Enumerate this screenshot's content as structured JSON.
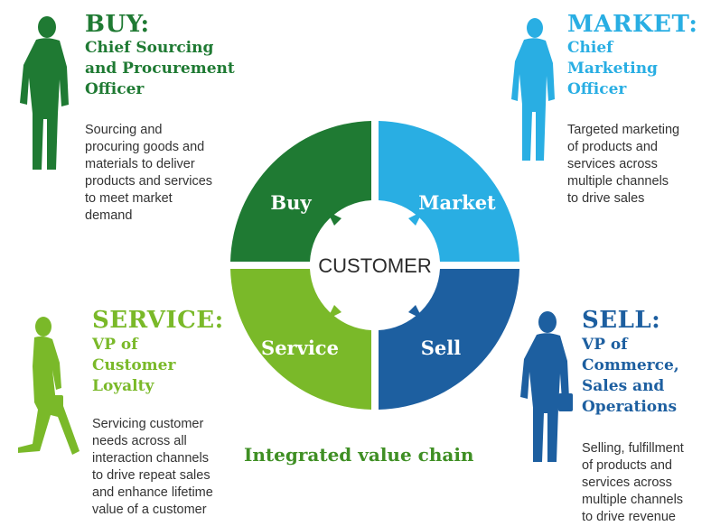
{
  "buy": {
    "heading": "BUY:",
    "role": [
      "Chief Sourcing",
      "and Procurement",
      "Officer"
    ],
    "description": [
      "Sourcing and",
      "procuring goods and",
      "materials to deliver",
      "products and services",
      "to meet market",
      "demand"
    ],
    "color": "#1f7a33"
  },
  "market": {
    "heading": "MARKET:",
    "role": [
      "Chief",
      "Marketing",
      "Officer"
    ],
    "description": [
      "Targeted marketing",
      "of products and",
      "services across",
      "multiple channels",
      "to drive sales"
    ],
    "color": "#29aee3"
  },
  "service": {
    "heading": "SERVICE:",
    "role": [
      "VP of",
      "Customer",
      "Loyalty"
    ],
    "description": [
      "Servicing customer",
      "needs across all",
      "interaction channels",
      "to drive repeat sales",
      "and enhance lifetime",
      "value of a customer"
    ],
    "color": "#7ab929"
  },
  "sell": {
    "heading": "SELL:",
    "role": [
      "VP of",
      "Commerce,",
      "Sales and",
      "Operations"
    ],
    "description": [
      "Selling, fulfillment",
      "of products and",
      "services across",
      "multiple channels",
      "to drive revenue"
    ],
    "color": "#1d5fa0"
  },
  "wheel": {
    "center": "CUSTOMER",
    "segments": {
      "buy": "Buy",
      "market": "Market",
      "service": "Service",
      "sell": "Sell"
    }
  },
  "footer": {
    "chain": "Integrated value chain"
  }
}
